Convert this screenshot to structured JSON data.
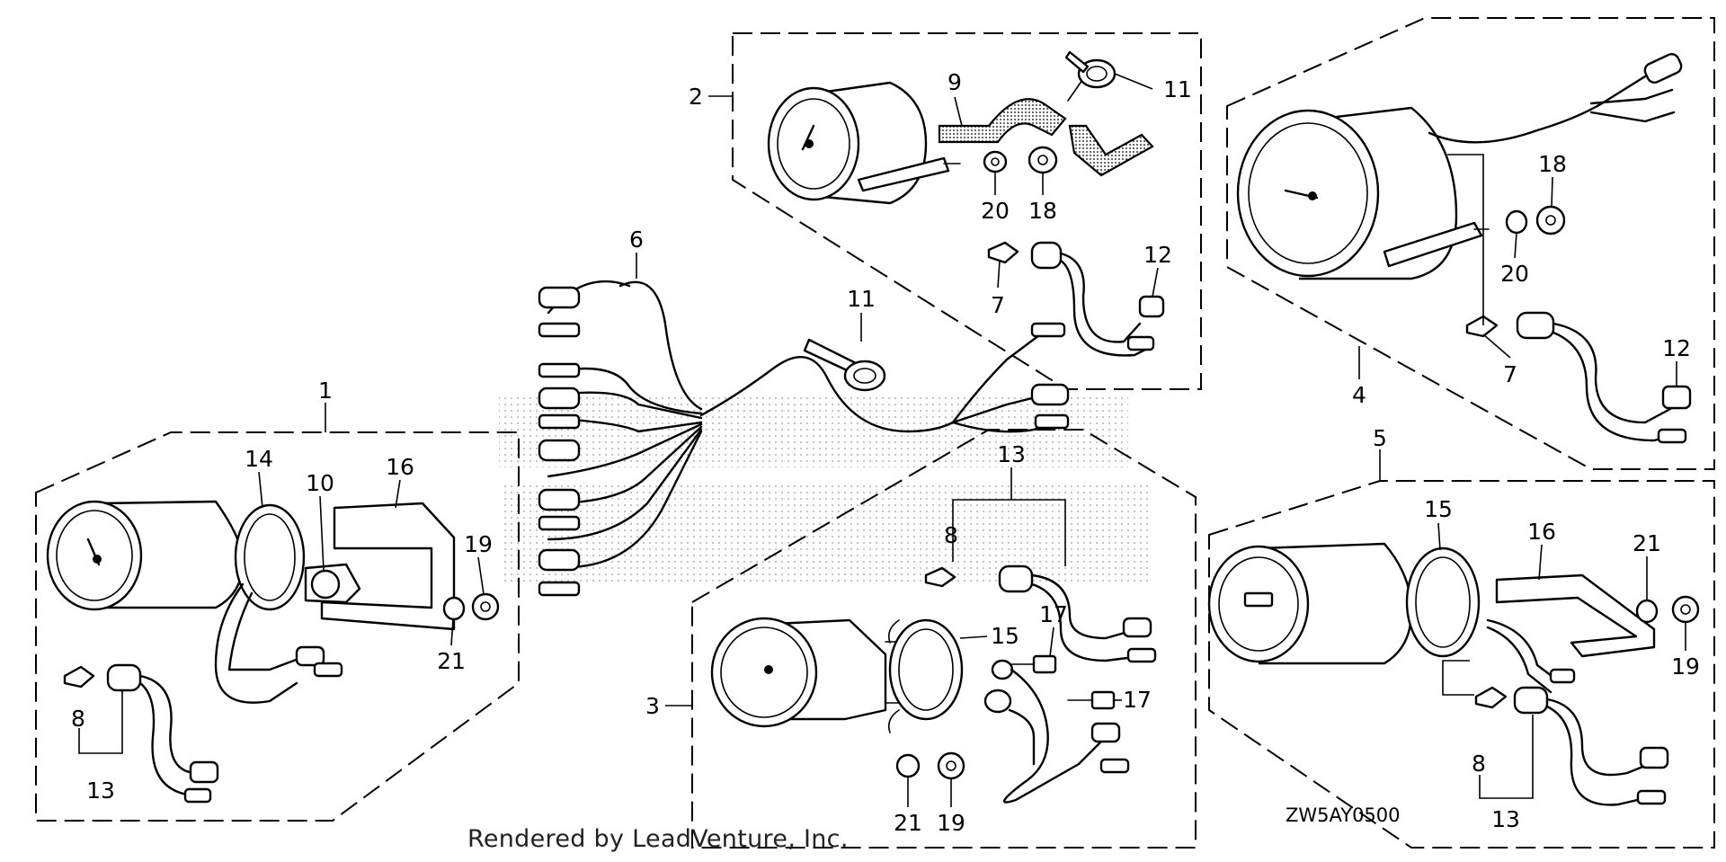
{
  "diagram": {
    "code": "ZW5AY0500",
    "rendered_by": "Rendered by LeadVenture, Inc.",
    "callouts": {
      "c1": "1",
      "c2": "2",
      "c3": "3",
      "c4": "4",
      "c5": "5",
      "c6": "6",
      "c7a": "7",
      "c7b": "7",
      "c8a": "8",
      "c8b": "8",
      "c8c": "8",
      "c9": "9",
      "c10": "10",
      "c11a": "11",
      "c11b": "11",
      "c12a": "12",
      "c12b": "12",
      "c13a": "13",
      "c13b": "13",
      "c13c": "13",
      "c14": "14",
      "c15a": "15",
      "c15b": "15",
      "c16a": "16",
      "c16b": "16",
      "c17a": "17",
      "c17b": "17",
      "c18a": "18",
      "c18b": "18",
      "c19a": "19",
      "c19b": "19",
      "c19c": "19",
      "c20a": "20",
      "c20b": "20",
      "c21a": "21",
      "c21b": "21",
      "c21c": "21"
    }
  }
}
